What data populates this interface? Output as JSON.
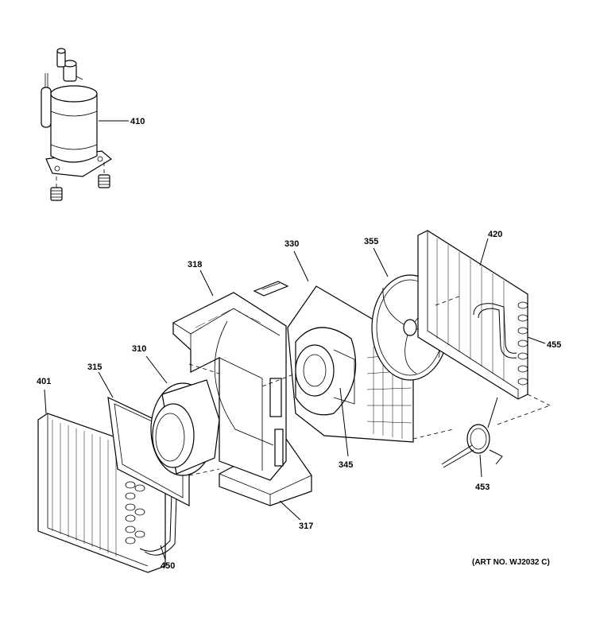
{
  "labels": {
    "p410": "410",
    "p330": "330",
    "p355": "355",
    "p420": "420",
    "p318": "318",
    "p455": "455",
    "p310": "310",
    "p315": "315",
    "p401": "401",
    "p345": "345",
    "p453": "453",
    "p317": "317",
    "p450": "450"
  },
  "art_number": "(ART NO. WJ2032 C)"
}
